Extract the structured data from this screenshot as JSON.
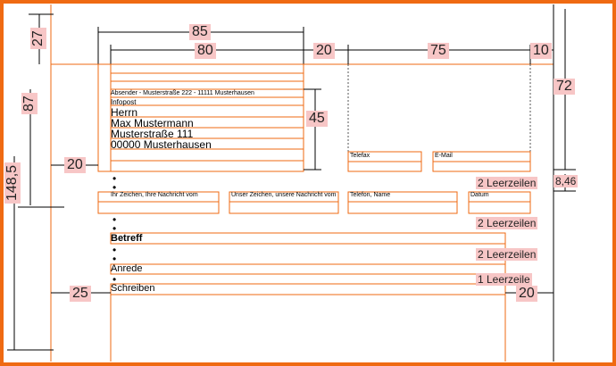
{
  "dimensions": {
    "d85": "85",
    "d80": "80",
    "d20_top": "20",
    "d75": "75",
    "d10": "10",
    "d72": "72",
    "d27": "27",
    "d87": "87",
    "d148_5": "148,5",
    "d45": "45",
    "d20_left": "20",
    "d8_46": "8,46",
    "d25": "25",
    "d20_right": "20"
  },
  "address_block": {
    "sender_line": "Absender - Musterstraße 222 - 11111 Musterhausen",
    "infopost": "Infopost",
    "salutation": "Herrn",
    "name": "Max Mustermann",
    "street": "Musterstraße 111",
    "city": "00000 Musterhausen"
  },
  "info_fields": {
    "telefax": "Telefax",
    "email": "E-Mail"
  },
  "reference_line": {
    "your_ref": "Ihr Zeichen, Ihre Nachricht vom",
    "our_ref": "Unser Zeichen, unsere Nachricht vom",
    "phone": "Telefon, Name",
    "date": "Datum"
  },
  "body": {
    "subject": "Betreff",
    "greeting": "Anrede",
    "text": "Schreiben"
  },
  "spacing_notes": {
    "two_blank_1": "2 Leerzeilen",
    "two_blank_2": "2 Leerzeilen",
    "two_blank_3": "2 Leerzeilen",
    "one_blank": "1 Leerzeile"
  },
  "colors": {
    "accent": "#ef6a12",
    "label_bg": "#f7c6c6"
  }
}
